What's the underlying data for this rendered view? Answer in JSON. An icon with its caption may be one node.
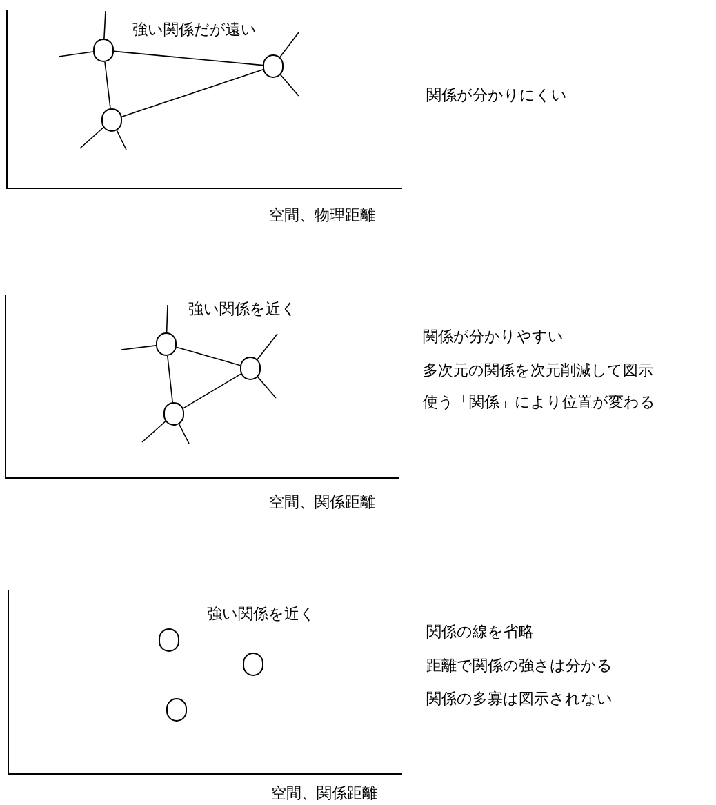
{
  "diagram": {
    "nodes": [
      {
        "text": [],
        "shape": "circle"
      },
      {
        "text": [],
        "shape": "circle"
      },
      {
        "text": [],
        "shape": "circle"
      },
      {
        "text": [],
        "shape": "circle"
      },
      {
        "text": [],
        "shape": "circle"
      },
      {
        "text": [],
        "shape": "circle"
      },
      {
        "text": [],
        "shape": "circle"
      },
      {
        "text": [],
        "shape": "circle"
      },
      {
        "text": [],
        "shape": "circle"
      }
    ],
    "edges": [
      {
        "from": 0,
        "to": 1,
        "arrow": "none"
      },
      {
        "from": 0,
        "to": 2,
        "arrow": "none"
      },
      {
        "from": 2,
        "to": 1,
        "arrow": "none"
      },
      {
        "from": 0,
        "to": null,
        "arrow": "none"
      },
      {
        "from": 0,
        "to": null,
        "arrow": "none"
      },
      {
        "from": 1,
        "to": null,
        "arrow": "none"
      },
      {
        "from": 1,
        "to": null,
        "arrow": "none"
      },
      {
        "from": 2,
        "to": null,
        "arrow": "none"
      },
      {
        "from": 2,
        "to": null,
        "arrow": "none"
      },
      {
        "from": 3,
        "to": 4,
        "arrow": "none"
      },
      {
        "from": 3,
        "to": 5,
        "arrow": "none"
      },
      {
        "from": 5,
        "to": 4,
        "arrow": "none"
      },
      {
        "from": 3,
        "to": null,
        "arrow": "none"
      },
      {
        "from": 3,
        "to": null,
        "arrow": "none"
      },
      {
        "from": 4,
        "to": null,
        "arrow": "none"
      },
      {
        "from": 4,
        "to": null,
        "arrow": "none"
      },
      {
        "from": 5,
        "to": null,
        "arrow": "none"
      },
      {
        "from": 5,
        "to": null,
        "arrow": "none"
      }
    ],
    "labels": [
      "強い関係だが遠い",
      "関係が分かりにくい",
      "空間、物理距離",
      "強い関係を近く",
      "関係が分かりやすい",
      "多次元の関係を次元削減して図示",
      "使う「関係」により位置が変わる",
      "空間、関係距離",
      "強い関係を近く",
      "関係の線を省略",
      "距離で関係の強さは分かる",
      "関係の多寡は図示されない",
      "空間、関係距離"
    ]
  }
}
